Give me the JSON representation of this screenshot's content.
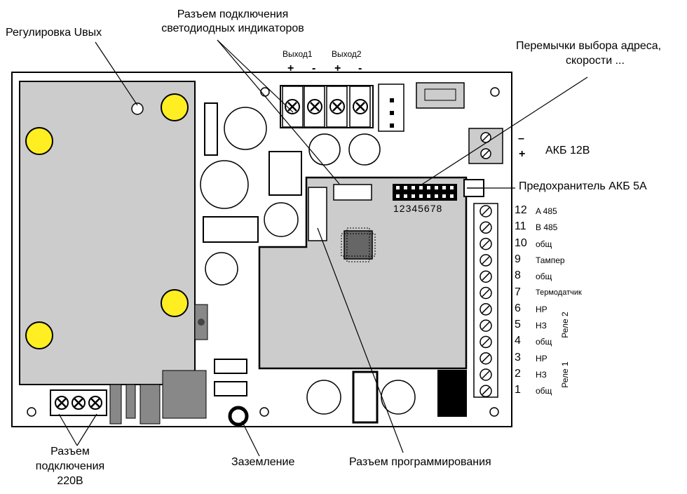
{
  "labels": {
    "voltage_adjust": "Регулировка Uвых",
    "led_connector_line1": "Разъем подключения",
    "led_connector_line2": "светодиодных индикаторов",
    "jumpers_line1": "Перемычки выбора адреса,",
    "jumpers_line2": "скорости ...",
    "battery": "АКБ 12В",
    "battery_fuse": "Предохранитель АКБ  5А",
    "grounding": "Заземление",
    "programming_connector": "Разъем программирования",
    "mains_connector_line1": "Разъем",
    "mains_connector_line2": "подключения",
    "mains_connector_line3": "220В",
    "output1": "Выход1",
    "output2": "Выход2",
    "jumper_numbers": "12345678",
    "relay2": "Реле 2",
    "relay1": "Реле 1"
  },
  "polarity": {
    "out1_plus": "+",
    "out1_minus": "-",
    "out2_plus": "+",
    "out2_minus": "-",
    "bat_minus": "–",
    "bat_plus": "+"
  },
  "terminals": [
    {
      "num": "12",
      "label": "A  485"
    },
    {
      "num": "11",
      "label": "B  485"
    },
    {
      "num": "10",
      "label": "общ"
    },
    {
      "num": "9",
      "label": "Тампер"
    },
    {
      "num": "8",
      "label": "общ"
    },
    {
      "num": "7",
      "label": "Термодатчик"
    },
    {
      "num": "6",
      "label": "НР"
    },
    {
      "num": "5",
      "label": "НЗ"
    },
    {
      "num": "4",
      "label": "общ"
    },
    {
      "num": "3",
      "label": "НР"
    },
    {
      "num": "2",
      "label": "НЗ"
    },
    {
      "num": "1",
      "label": "общ"
    }
  ],
  "colors": {
    "board": "#ffffff",
    "panel": "#cccccc",
    "dark": "#888888",
    "yellow": "#ffee22",
    "chip": "#666666"
  }
}
